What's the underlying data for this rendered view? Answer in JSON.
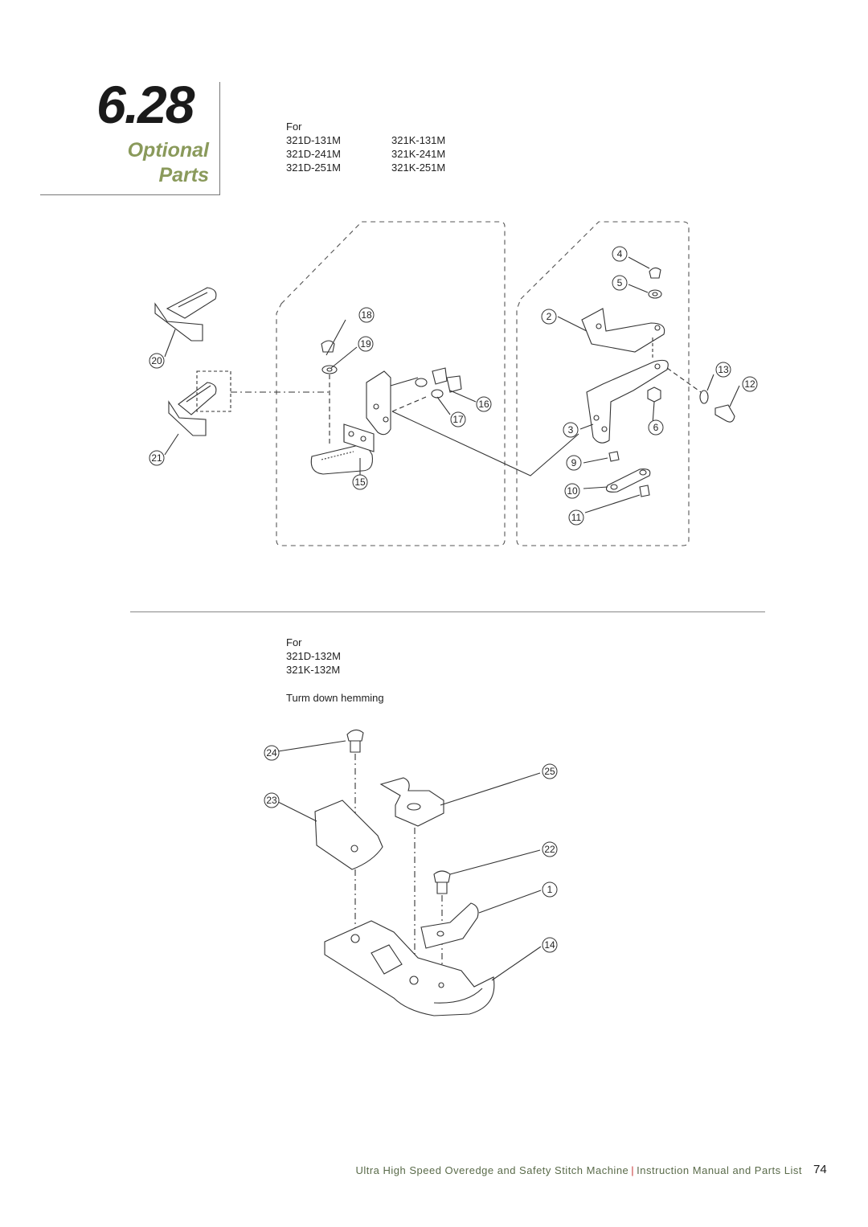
{
  "section": {
    "number": "6.28",
    "title_line1": "Optional",
    "title_line2": "Parts"
  },
  "upper": {
    "for_label": "For",
    "models_col1": [
      "321D-131M",
      "321D-241M",
      "321D-251M"
    ],
    "models_col2": [
      "321K-131M",
      "321K-241M",
      "321K-251M"
    ],
    "callouts": [
      "4",
      "5",
      "18",
      "2",
      "19",
      "20",
      "13",
      "12",
      "16",
      "17",
      "3",
      "6",
      "21",
      "9",
      "15",
      "10",
      "11"
    ]
  },
  "lower": {
    "for_label": "For",
    "models": [
      "321D-132M",
      "321K-132M"
    ],
    "caption": "Turm down hemming",
    "callouts": [
      "24",
      "25",
      "23",
      "22",
      "1",
      "14"
    ]
  },
  "footer": {
    "title": "Ultra High Speed Overedge and Safety Stitch Machine",
    "separator": "|",
    "subtitle": "Instruction Manual and Parts List",
    "page": "74"
  },
  "colors": {
    "title_accent": "#8a9a5b",
    "footer_text": "#5a6b4a",
    "separator": "#c83a3a"
  }
}
